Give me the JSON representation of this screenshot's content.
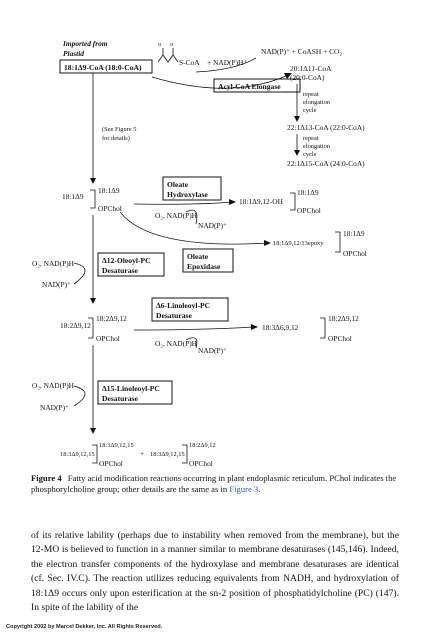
{
  "diagram": {
    "imported_from": "Imported from",
    "plastid": "Plastid",
    "acyl_coa_start": "18:1Δ9-CoA (18:0-CoA)",
    "see_figure_1": "(See Figure 5",
    "see_figure_2": "for details)",
    "scoa": "S-CoA",
    "plus_nadph": "+  NAD(P)H⁺",
    "elongase_products": "NAD(P)⁺ + CoASH + CO₂",
    "elongase": "Acyl-CoA Elongase",
    "elong_20": "20:1Δ11-CoA",
    "elong_20b": "(20:0-CoA)",
    "repeat_1a": "repeat",
    "repeat_1b": "elongation",
    "repeat_1c": "cycle",
    "elong_22": "22:1Δ13-CoA (22:0-CoA)",
    "repeat_2a": "repeat",
    "repeat_2b": "elongation",
    "repeat_2c": "cycle",
    "elong_24": "22:1Δ15-CoA (24:0-CoA)",
    "pc_181_a": "18:1Δ9",
    "pc_181_b": "18:1Δ9",
    "opchol": "OPChol",
    "hydroxylase_1": "Oleate",
    "hydroxylase_2": "Hydroxylase",
    "o2_nadph": "O₂, NAD(P)H",
    "nadp": "NAD(P)⁺",
    "hydroxy_a": "18:1Δ9,12-OH",
    "hydroxy_b": "18:1Δ9",
    "epoxidase_1": "Oleate",
    "epoxidase_2": "Epoxidase",
    "epoxy_a": "18:1Δ9,12/13epoxy",
    "epoxy_b": "18:1Δ9",
    "d12_1": "Δ12-Oleoyl-PC",
    "d12_2": "Desaturase",
    "d6_1": "Δ6-Linoleoyl-PC",
    "d6_2": "Desaturase",
    "lin_a": "18:2Δ9,12",
    "lin_b": "18:2Δ9,12",
    "gla_a": "18:3Δ6,9,12",
    "gla_b": "18:2Δ9,12",
    "d15_1": "Δ15-Linoleoyl-PC",
    "d15_2": "Desaturase",
    "ala_a": "18:3Δ9,12,15",
    "ala_b": "18:3Δ9,12,15",
    "ala_plus": "+",
    "ala_c": "18:3Δ9,12,15",
    "ala_d": "18:2Δ9,12"
  },
  "caption": {
    "label": "Figure 4",
    "text": "Fatty acid modification reactions occurring in plant endoplasmic reticulum. PChol indicates the phosphorylcholine group; other details are the same as in",
    "ref": "Figure 3",
    "end": "."
  },
  "body_text": "of its relative lability (perhaps due to instability when removed from the membrane), but the 12-MO is believed to function in a manner similar to membrane desaturases (145,146). Indeed, the electron transfer components of the hydroxylase and membrane desaturases are identical (cf. Sec. IV.C). The reaction utilizes reducing equivalents from NADH, and hydroxylation of 18:1Δ9 occurs only upon esterification at the sn-2 position of phosphatidylcholine (PC) (147). In spite of the lability of the",
  "footer": "Copyright 2002 by Marcel Dekker, Inc. All Rights Reserved."
}
